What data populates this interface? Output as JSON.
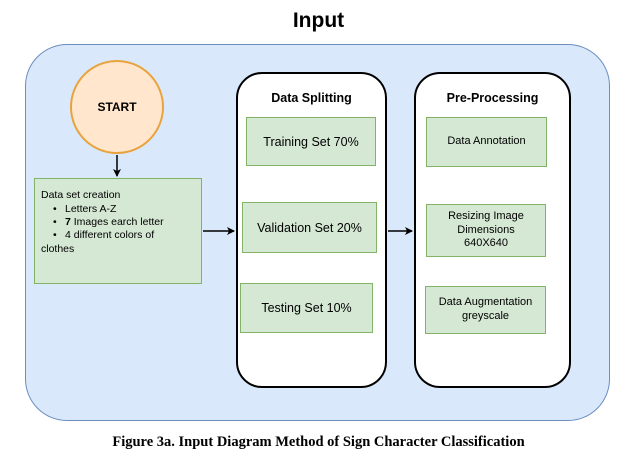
{
  "title": "Input",
  "start": {
    "label": "START"
  },
  "dataset_creation": {
    "heading": "Data set creation",
    "items": [
      {
        "text": "Letters A-Z"
      },
      {
        "bold": "7",
        "text": " Images earch letter"
      },
      {
        "text": "4 different colors of"
      }
    ],
    "continuation": "clothes"
  },
  "data_splitting": {
    "title": "Data Splitting",
    "boxes": [
      "Training Set 70%",
      "Validation Set 20%",
      "Testing Set 10%"
    ]
  },
  "pre_processing": {
    "title": "Pre-Processing",
    "boxes": [
      {
        "lines": [
          "Data Annotation"
        ]
      },
      {
        "lines": [
          "Resizing Image",
          "Dimensions",
          "640X640"
        ]
      },
      {
        "lines": [
          "Data Augmentation",
          "greyscale"
        ]
      }
    ]
  },
  "caption": "Figure 3a. Input Diagram Method of Sign Character Classification",
  "colors": {
    "panel_fill": "#dae8fc",
    "panel_stroke": "#6c8ebf",
    "start_fill": "#ffe6cc",
    "start_stroke": "#e8a33c",
    "step_fill": "#d5e8d4",
    "step_stroke": "#82b366"
  }
}
